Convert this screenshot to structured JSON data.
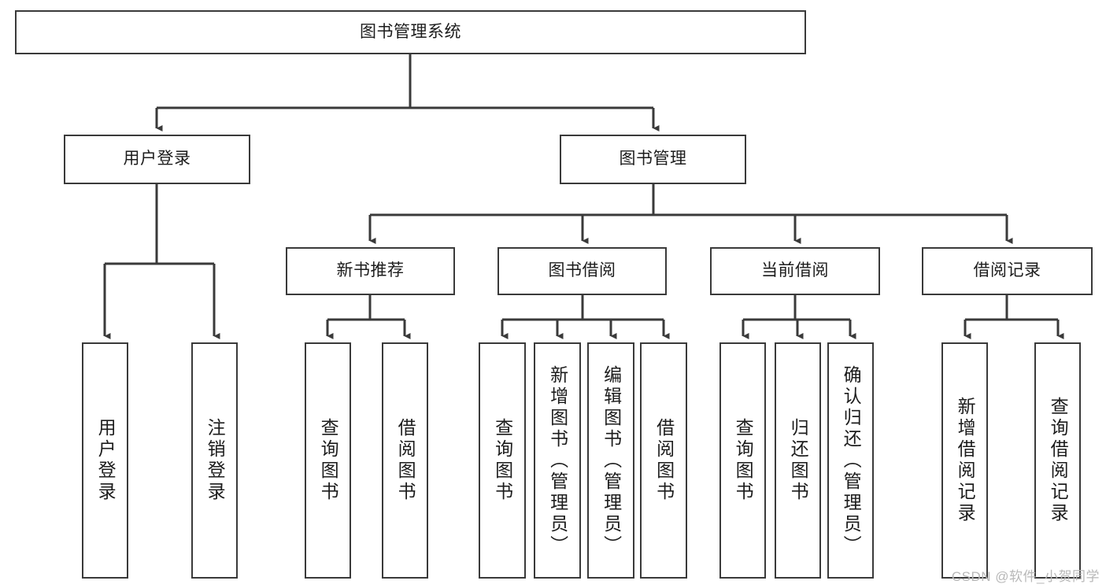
{
  "diagram": {
    "type": "tree-hierarchy",
    "title": "图书管理系统",
    "watermark": "CSDN @软件_小贺同学",
    "colors": {
      "box_border": "#3a3a3a",
      "box_fill": "#ffffff",
      "connector": "#3a3a3a",
      "text": "#1c1c1c",
      "watermark": "#b8b8b8",
      "background": "#ffffff"
    },
    "root": {
      "label": "图书管理系统"
    },
    "level2": [
      {
        "label": "用户登录"
      },
      {
        "label": "图书管理"
      }
    ],
    "level3": [
      {
        "label": "新书推荐"
      },
      {
        "label": "图书借阅"
      },
      {
        "label": "当前借阅"
      },
      {
        "label": "借阅记录"
      }
    ],
    "leaves": {
      "user_login": [
        {
          "label": "用户登录"
        },
        {
          "label": "注销登录"
        }
      ],
      "new_book_recommend": [
        {
          "label": "查询图书"
        },
        {
          "label": "借阅图书"
        }
      ],
      "book_borrow": [
        {
          "label": "查询图书"
        },
        {
          "label": "新增图书（管理员）"
        },
        {
          "label": "编辑图书（管理员）"
        },
        {
          "label": "借阅图书"
        }
      ],
      "current_borrow": [
        {
          "label": "查询图书"
        },
        {
          "label": "归还图书"
        },
        {
          "label": "确认归还（管理员）"
        }
      ],
      "borrow_record": [
        {
          "label": "新增借阅记录"
        },
        {
          "label": "查询借阅记录"
        }
      ]
    }
  }
}
